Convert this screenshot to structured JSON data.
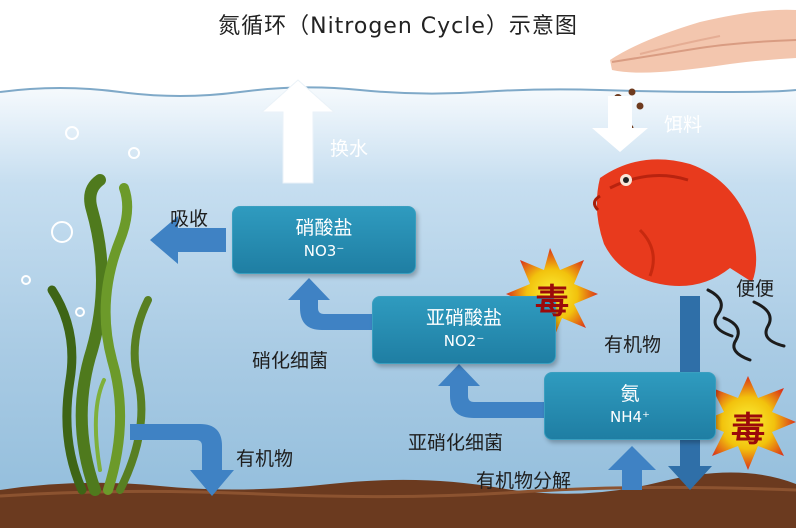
{
  "title": "氮循环（Nitrogen Cycle）示意图",
  "labels": {
    "water_change": "换水",
    "feed": "饵料",
    "absorb": "吸收",
    "feces": "便便",
    "organic_matter_right": "有机物",
    "nitrifying_bacteria": "硝化细菌",
    "nitrite_bacteria": "亚硝化细菌",
    "organic_matter_left": "有机物",
    "decomposition": "有机物分解"
  },
  "boxes": {
    "nitrate": {
      "name": "硝酸盐",
      "formula": "NO3⁻"
    },
    "nitrite": {
      "name": "亚硝酸盐",
      "formula": "NO2⁻"
    },
    "ammonia": {
      "name": "氨",
      "formula": "NH4⁺"
    }
  },
  "poison_marks": {
    "nitrite_poison": "毒",
    "ammonia_poison": "毒"
  },
  "colors": {
    "water_top": "#f4f9fc",
    "water_mid": "#b9d7ea",
    "water_bottom": "#8fbbd9",
    "box": "#2a8fb5",
    "arrow_blue": "#3f82c4",
    "poison_star": "#f6e20f",
    "poison_burst": "#d92f16",
    "fish": "#e83a1d",
    "seabed": "#6b3a1f"
  }
}
